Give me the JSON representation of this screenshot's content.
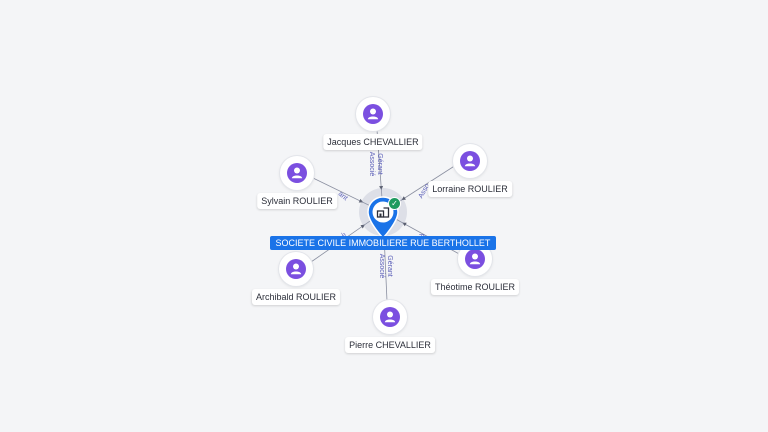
{
  "company": {
    "name": "SOCIETE CIVILE IMMOBILIERE RUE BERTHOLLET",
    "icon": "building-icon",
    "status_icon": "check-icon",
    "brand_color": "#1a73e8"
  },
  "people": [
    {
      "id": "jacques",
      "name": "Jacques CHEVALLIER",
      "roles": [
        "Gérant",
        "Associé"
      ]
    },
    {
      "id": "lorraine",
      "name": "Lorraine ROULIER",
      "roles": [
        "Asso"
      ]
    },
    {
      "id": "sylvain",
      "name": "Sylvain ROULIER",
      "roles": [
        "ant"
      ]
    },
    {
      "id": "theotime",
      "name": "Théotime ROULIER",
      "roles": [
        "Ass"
      ]
    },
    {
      "id": "archibald",
      "name": "Archibald ROULIER",
      "roles": [
        "é"
      ]
    },
    {
      "id": "pierre",
      "name": "Pierre CHEVALLIER",
      "roles": [
        "Gérant",
        "Associé"
      ]
    }
  ],
  "person_icon": "person-icon",
  "person_color": "#7b4fe0"
}
